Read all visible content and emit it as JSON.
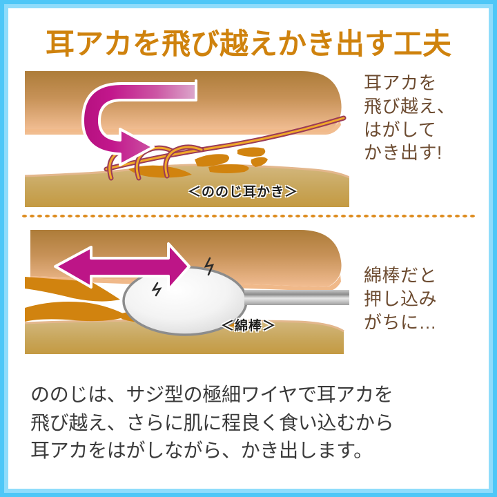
{
  "theme": {
    "border_outer": "#4EC7F7",
    "border_inner": "#8FDCFB",
    "title_color": "#CF820D",
    "caption_color": "#6C4B30",
    "body_color": "#3A3A3A",
    "arrow_color": "#C2178C",
    "divider_color": "#DD8B1D",
    "ear_wall_top": "#B5833E",
    "ear_wall_bottom": "#F0B98A",
    "ear_floor_top": "#CCAF77",
    "ear_floor_bottom": "#C59A41",
    "earwax_color": "#D88A12",
    "wire_core": "#F0A92A",
    "wire_outline": "#9B3B56",
    "swab_head": "#F2F2F2",
    "swab_stick": "#9A9A9A"
  },
  "title": "耳アカを飛び越えかき出す工夫",
  "panels": [
    {
      "id": "ototool",
      "illustration_label": "＜ののじ耳かき＞",
      "arrow": "u-turn-arrow",
      "caption": "耳アカを\n飛び越え、\nはがして\nかき出す!"
    },
    {
      "id": "swab",
      "illustration_label": "＜綿棒＞",
      "arrow": "left-arrow",
      "caption": "綿棒だと\n押し込み\nがちに…"
    }
  ],
  "body_text": "ののじは、サジ型の極細ワイヤで耳アカを\n飛び越え、さらに肌に程良く食い込むから\n耳アカをはがしながら、かき出します。"
}
